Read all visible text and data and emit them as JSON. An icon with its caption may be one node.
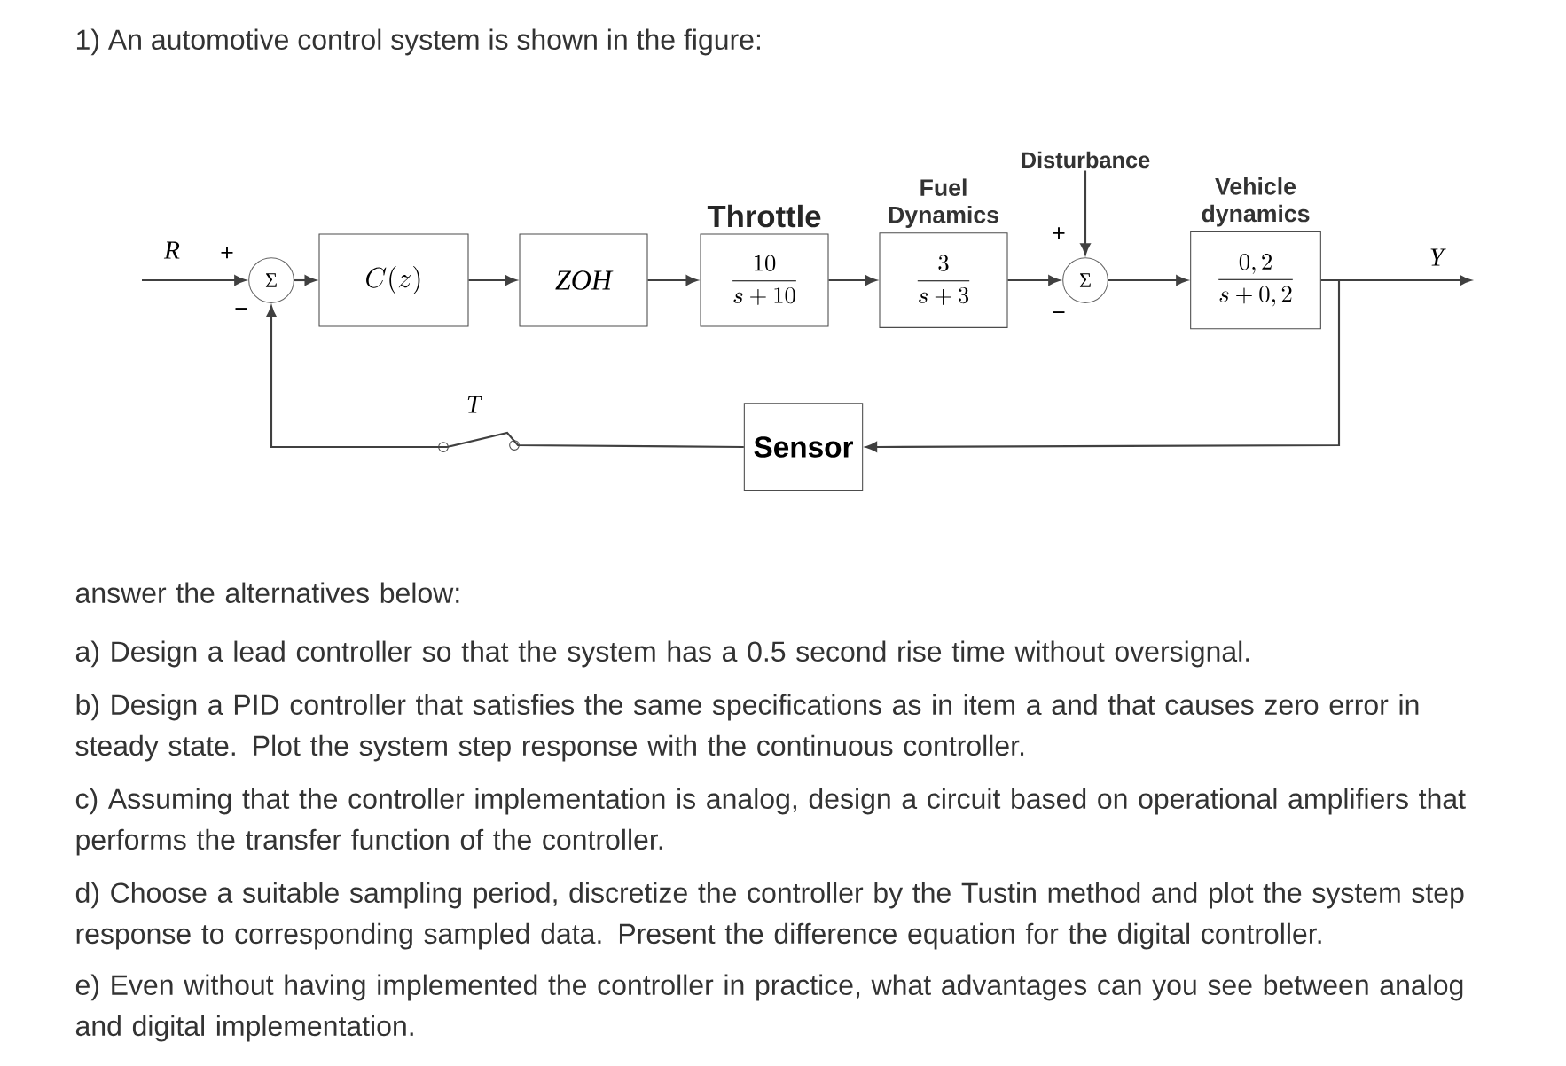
{
  "diagram": {
    "title": "1) An automotive control system is shown in the figure:",
    "nodes": [
      {
        "text": [
          "Σ"
        ]
      },
      {
        "text": [
          "C(z)"
        ]
      },
      {
        "text": [
          "ZOH"
        ]
      },
      {
        "text": [
          "Throttle",
          "\\frac{10}{s+10}"
        ]
      },
      {
        "text": [
          "Fuel Dynamics",
          "\\frac{3}{s+3}"
        ]
      },
      {
        "text": [
          "Σ"
        ]
      },
      {
        "text": [
          "Vehicle dynamics",
          "\\frac{0,2}{s+0,2}"
        ]
      },
      {
        "text": [
          "Sensor"
        ]
      },
      {
        "text": [
          "Disturbance"
        ]
      }
    ],
    "edges": [
      {
        "from": null,
        "to": 0,
        "arrow": "to",
        "label": "R"
      },
      {
        "from": 0,
        "to": 1,
        "arrow": "to"
      },
      {
        "from": 1,
        "to": 2,
        "arrow": "to"
      },
      {
        "from": 2,
        "to": 3,
        "arrow": "to"
      },
      {
        "from": 3,
        "to": 4,
        "arrow": "to"
      },
      {
        "from": 4,
        "to": 5,
        "arrow": "to"
      },
      {
        "from": 8,
        "to": 5,
        "arrow": "to"
      },
      {
        "from": 5,
        "to": 6,
        "arrow": "to"
      },
      {
        "from": 6,
        "to": null,
        "arrow": "to",
        "label": "Y"
      },
      {
        "from": 6,
        "to": 7,
        "arrow": "to"
      },
      {
        "from": 7,
        "to": 0,
        "arrow": "to",
        "label": "T"
      }
    ],
    "labels": [
      "+",
      "−",
      "+",
      "−",
      "answer the alternatives below:",
      "a) Design a lead controller so that the system has a 0.5 second rise time without oversignal.",
      "b) Design a PID controller that satisfies the same specifications as in item a and that causes zero error in steady state. Plot the system step response with the continuous controller.",
      "c) Assuming that the controller implementation is analog, design a circuit based on operational amplifiers that performs the transfer function of the controller.",
      "d) Choose a suitable sampling period, discretize the controller by the Tustin method and plot the system step response to corresponding sampled data. Present the difference equation for the digital controller.",
      "e) Even without having implemented the controller in practice, what advantages can you see between analog and digital implementation."
    ]
  }
}
